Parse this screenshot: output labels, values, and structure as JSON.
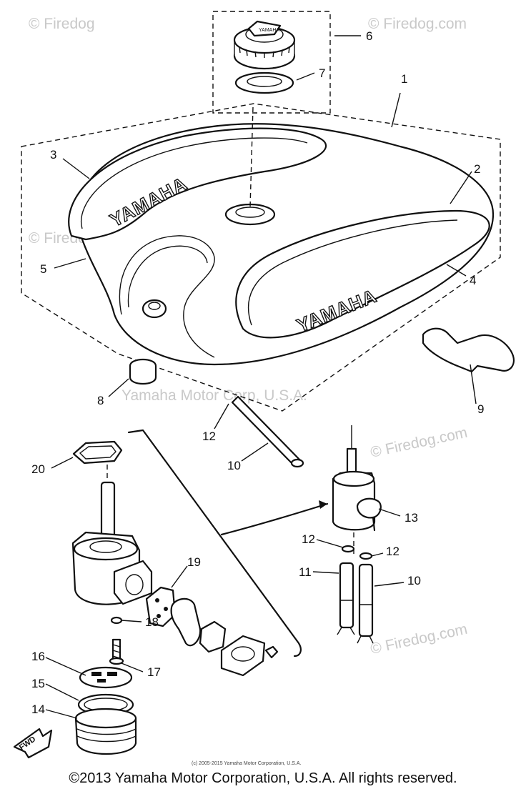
{
  "watermarks": {
    "site": "© Firedog.com",
    "site_short": "© Firedog",
    "rotated": "© Firedog.com",
    "center": "Yamaha Motor Corp, U.S.A."
  },
  "tank_lettering": {
    "left_emblem": "YAMAHA",
    "right_emblem": "YAMAHA",
    "cap_emblem": "YAMAHA"
  },
  "callouts": {
    "c1": "1",
    "c2": "2",
    "c3": "3",
    "c4": "4",
    "c5": "5",
    "c6": "6",
    "c7": "7",
    "c8": "8",
    "c9": "9",
    "c10a": "10",
    "c12a": "12",
    "c13": "13",
    "c12b": "12",
    "c12c": "12",
    "c11": "11",
    "c10b": "10",
    "c20": "20",
    "c19": "19",
    "c18": "18",
    "c17": "17",
    "c16": "16",
    "c15": "15",
    "c14": "14"
  },
  "fwd_label": "FWD",
  "small_copyright": "(c) 2005-2015 Yamaha Motor Corporation, U.S.A.",
  "copyright": "©2013 Yamaha Motor Corporation, U.S.A. All rights reserved."
}
